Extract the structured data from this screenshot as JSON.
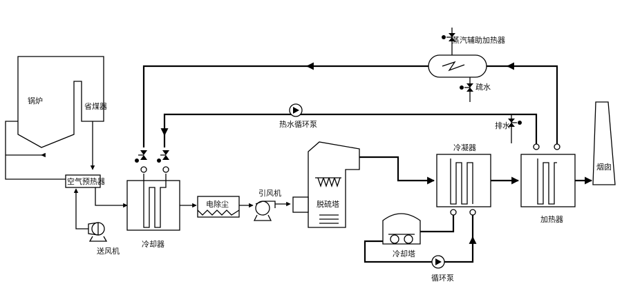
{
  "labels": {
    "boiler": "锅炉",
    "economizer": "省煤器",
    "air_preheater": "空气预热器",
    "fan": "送风机",
    "cooler": "冷却器",
    "esp": "电除尘",
    "id_fan": "引风机",
    "desulfurization": "脱硫塔",
    "condenser": "冷凝器",
    "heater": "加热器",
    "chimney": "烟囱",
    "cooling_tower": "冷却塔",
    "circulation_pump": "循环泵",
    "hot_water_pump": "热水循环泵",
    "steam_heater": "蒸汽辅助加热器",
    "drain": "疏水",
    "discharge": "排水"
  },
  "colors": {
    "line": "#000000",
    "background": "#ffffff"
  }
}
